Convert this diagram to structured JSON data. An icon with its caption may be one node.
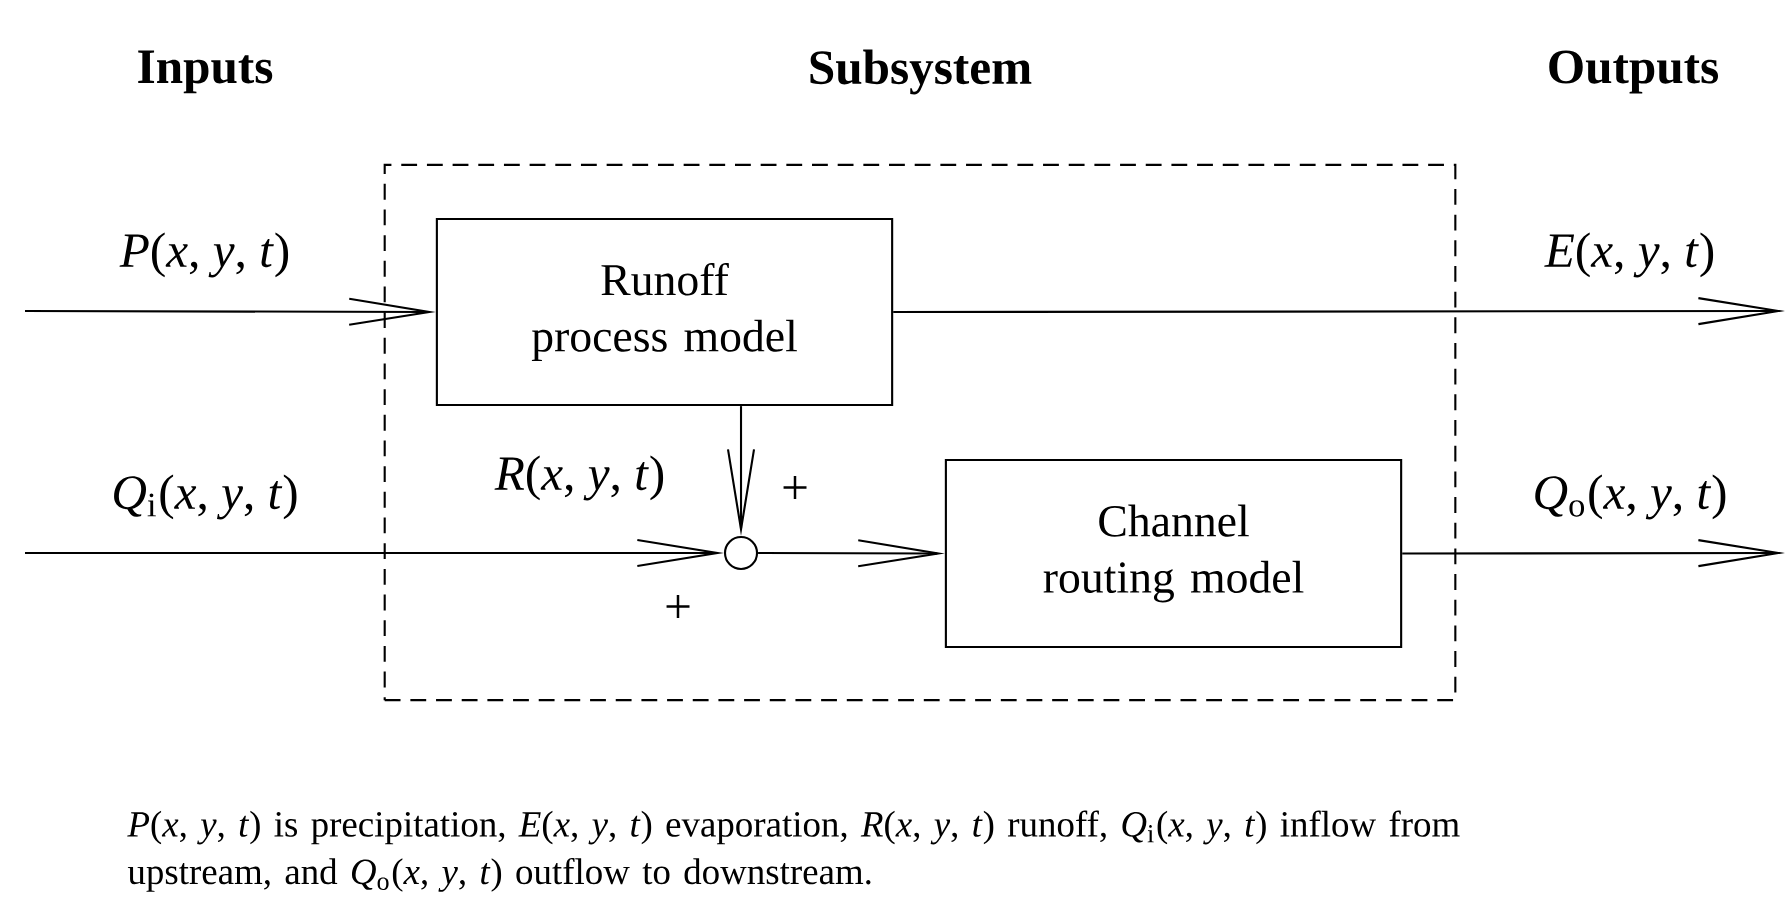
{
  "diagram": {
    "caption": "*P*(*x*, *y*, *t*) is precipitation, *E*(*x*, *y*, *t*) evaporation, *R*(*x*, *y*, *t*) runoff, *Q*$_{i}$(*x*, *y*, *t*) inflow from upstream, and *Q*$_{o}$(*x*, *y*, *t*) outflow to downstream.",
    "nodes": [
      {
        "text": [
          "Subsystem"
        ]
      },
      {
        "text": [
          "Runoff process model"
        ],
        "in": 0
      },
      {
        "text": [
          "Channel routing model"
        ],
        "in": 0
      },
      {
        "text": [],
        "shape": "circle",
        "in": 0
      }
    ],
    "edges": [
      {
        "from": null,
        "to": 1,
        "arrow": "to",
        "label": "*P*(*x*, *y*, *t*)"
      },
      {
        "from": 1,
        "to": null,
        "arrow": "to",
        "label": "*E*(*x*, *y*, *t*)"
      },
      {
        "from": null,
        "to": 3,
        "arrow": "to",
        "label": "*Q*$_{i}$(*x*, *y*, *t*)"
      },
      {
        "from": 1,
        "to": 3,
        "arrow": "to",
        "label": "*R*(*x*, *y*, *t*)"
      },
      {
        "from": 3,
        "to": 2,
        "arrow": "to"
      },
      {
        "from": 2,
        "to": null,
        "arrow": "to",
        "label": "*Q*$_{o}$(*x*, *y*, *t*)"
      }
    ],
    "labels": [
      "Inputs",
      "Outputs",
      "+",
      "+"
    ]
  }
}
